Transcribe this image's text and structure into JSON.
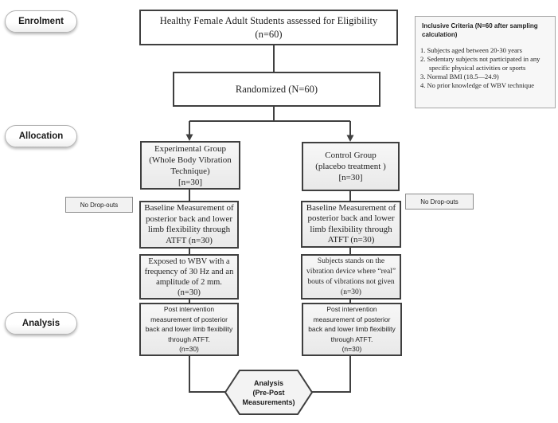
{
  "colors": {
    "line": "#404040",
    "box_border": "#3f3f3f",
    "box_fill": "#f2f2f2",
    "panel_fill": "#f7f7f7",
    "background": "#ffffff"
  },
  "stages": {
    "enrolment": "Enrolment",
    "allocation": "Allocation",
    "analysis": "Analysis"
  },
  "flow": {
    "eligibility": "Healthy Female Adult Students assessed for Eligibility\n(n=60)",
    "randomized": "Randomized (N=60)",
    "experimental_group": "Experimental Group\n(Whole Body Vibration\nTechnique)\n[n=30]",
    "control_group": "Control Group\n(placebo treatment )\n[n=30]",
    "no_dropouts_left": "No Drop-outs",
    "no_dropouts_right": "No Drop-outs",
    "baseline_experimental": "Baseline Measurement of\nposterior back and lower\nlimb flexibility through\nATFT  (n=30)",
    "baseline_control": "Baseline Measurement of\nposterior back and lower\nlimb flexibility through\nATFT  (n=30)",
    "wbv_exposure": "Exposed to WBV with a\nfrequency of 30 Hz and an\namplitude of 2 mm.\n(n=30)",
    "sham_exposure": "Subjects stands on the\nvibration device where “real”\nbouts of vibrations not given\n(n=30)",
    "post_experimental": "Post intervention\nmeasurement of posterior\nback and lower limb flexibility\nthrough ATFT.\n(n=30)",
    "post_control": "Post intervention\nmeasurement of posterior\nback and lower limb flexibility\nthrough ATFT.\n(n=30)",
    "analysis_hexagon": "Analysis\n(Pre-Post\nMeasurements)"
  },
  "criteria": {
    "title": "Inclusive Criteria (N=60 after sampling calculation)",
    "items": [
      "1. Subjects aged between 20-30 years",
      "2. Sedentary subjects not participated in any specific physical activities or sports",
      "3. Normal BMI (18.5—24.9)",
      "4. No prior knowledge of WBV technique"
    ]
  }
}
